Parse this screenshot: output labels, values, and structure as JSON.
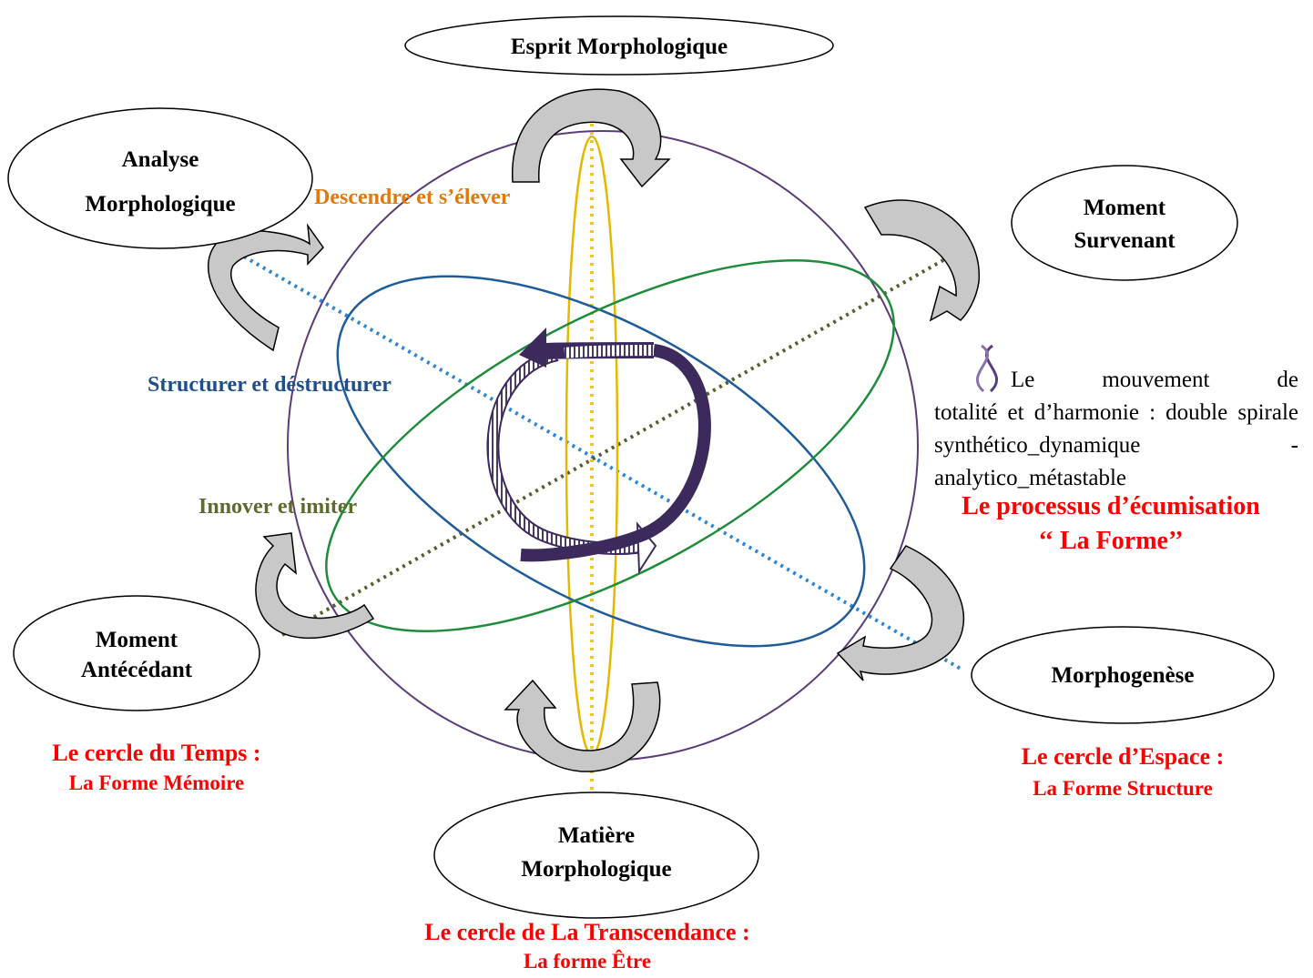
{
  "nodes": {
    "esprit": [
      "Esprit Morphologique"
    ],
    "analyse": [
      "Analyse",
      "Morphologique"
    ],
    "survenant": [
      "Moment",
      "Survenant"
    ],
    "antecedant": [
      "Moment",
      "Antécédant"
    ],
    "morphogenese": [
      "Morphogenèse"
    ],
    "matiere": [
      "Matière",
      "Morphologique"
    ]
  },
  "axis_labels": {
    "vertical": "Descendre et s’élever",
    "blue": "Structurer et déstructurer",
    "green": "Innover et imiter"
  },
  "circles": {
    "temps": {
      "title": "Le cercle du Temps :",
      "subtitle": "La Forme Mémoire"
    },
    "espace": {
      "title": "Le cercle d’Espace :",
      "subtitle": "La Forme Structure"
    },
    "transcendance": {
      "title": "Le cercle de La Transcendance :",
      "subtitle": "La forme Être"
    }
  },
  "description": {
    "line1_word1": "Le",
    "line1_word2": "mouvement",
    "line1_word3": "de",
    "rest": "totalité et d’harmonie : double spirale synthético_dynamique - analytico_métastable"
  },
  "process": {
    "title": "Le processus d’écumisation",
    "subtitle": "‘‘ La Forme’’"
  },
  "colors": {
    "sphere": "#5b3c7a",
    "vertical_ring": "#e6b800",
    "blue_ring": "#1f5c99",
    "green_ring": "#1e8c3a",
    "blue_axis": "#2e86d6",
    "green_axis": "#5c5c2e",
    "vertical_axis": "#f5c518",
    "label_orange": "#e07a10",
    "label_blue": "#1f4e8c",
    "label_green": "#5c6b2e",
    "accent_red": "#ff0000",
    "arrow_fill": "#c8c8c8"
  }
}
